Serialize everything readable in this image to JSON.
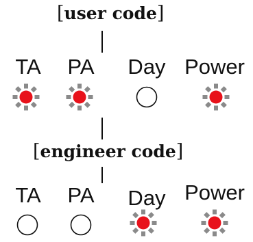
{
  "user_code": {
    "bracket_open": "[",
    "label": "user code",
    "bracket_close": "]"
  },
  "engineer_code": {
    "bracket_open": "[",
    "label": "engineer code",
    "bracket_close": "]"
  },
  "user_row": {
    "indicators": [
      {
        "name": "TA",
        "state": "on"
      },
      {
        "name": "PA",
        "state": "on"
      },
      {
        "name": "Day",
        "state": "off"
      },
      {
        "name": "Power",
        "state": "on"
      }
    ]
  },
  "engineer_row": {
    "indicators": [
      {
        "name": "TA",
        "state": "off"
      },
      {
        "name": "PA",
        "state": "off"
      },
      {
        "name": "Day",
        "state": "on"
      },
      {
        "name": "Power",
        "state": "on"
      }
    ]
  },
  "colors": {
    "led_on": "#e8121b",
    "led_rays": "#8a8a8a",
    "led_off_stroke": "#111111",
    "text": "#111111"
  }
}
